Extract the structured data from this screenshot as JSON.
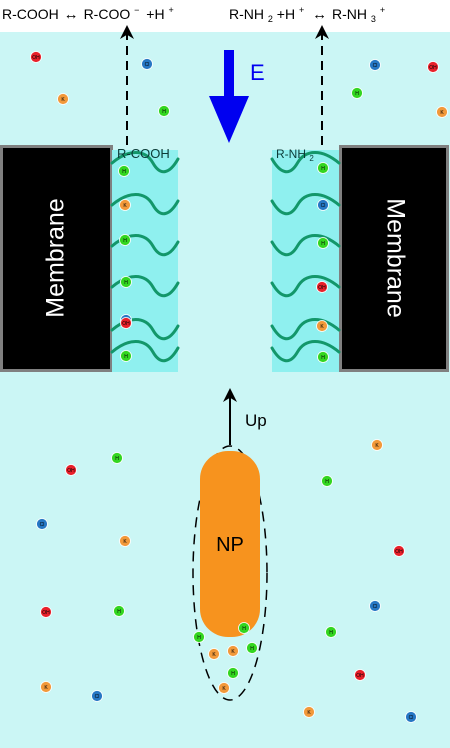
{
  "equations": {
    "left": {
      "reactant": "R-COOH",
      "arrow": "↔",
      "product_base": "R-COO",
      "product_sup": "−",
      "plus": "+H",
      "plus_sup": "+"
    },
    "right": {
      "reactant": "R-NH",
      "reactant_sub": "2",
      "plus": " +H",
      "plus_sup": "+",
      "arrow": "↔",
      "product": "R-NH",
      "product_sub": "3",
      "product_sup": "+"
    }
  },
  "labels": {
    "field": "E",
    "membrane_left": "Membrane",
    "membrane_right": "Membrane",
    "left_group": "R-COOH",
    "right_group": "R-NH",
    "right_group_sub": "2",
    "velocity": "Up",
    "nanoparticle": "NP"
  },
  "ion_labels": {
    "proton": "H",
    "potassium": "K",
    "chloride": "Cl",
    "hydroxide": "OH"
  },
  "colors": {
    "solution": "#cbf6f5",
    "channel_layer": "#8ff0ef",
    "membrane": "#000000",
    "membrane_border": "#808080",
    "brush": "#13976a",
    "field_arrow": "#0000f0",
    "nanoparticle": "#f7931e",
    "proton": "#33d620",
    "potassium": "#f2993a",
    "chloride": "#2677c4",
    "hydroxide": "#e8202a"
  }
}
